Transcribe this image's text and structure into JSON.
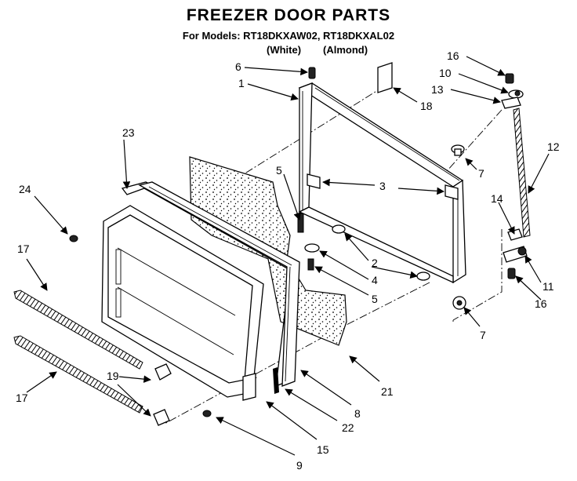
{
  "title": "FREEZER DOOR PARTS",
  "models_line": "For Models: RT18DKXAW02, RT18DKXAL02",
  "color_white": "(White)",
  "color_almond": "(Almond)",
  "callouts": [
    {
      "id": "c6",
      "text": "6"
    },
    {
      "id": "c1",
      "text": "1"
    },
    {
      "id": "c18",
      "text": "18"
    },
    {
      "id": "c16a",
      "text": "16"
    },
    {
      "id": "c10",
      "text": "10"
    },
    {
      "id": "c13",
      "text": "13"
    },
    {
      "id": "c12",
      "text": "12"
    },
    {
      "id": "c7a",
      "text": "7"
    },
    {
      "id": "c23",
      "text": "23"
    },
    {
      "id": "c5a",
      "text": "5"
    },
    {
      "id": "c3",
      "text": "3"
    },
    {
      "id": "c24",
      "text": "24"
    },
    {
      "id": "c14",
      "text": "14"
    },
    {
      "id": "c2",
      "text": "2"
    },
    {
      "id": "c17a",
      "text": "17"
    },
    {
      "id": "c4",
      "text": "4"
    },
    {
      "id": "c11",
      "text": "11"
    },
    {
      "id": "c5b",
      "text": "5"
    },
    {
      "id": "c16b",
      "text": "16"
    },
    {
      "id": "c7b",
      "text": "7"
    },
    {
      "id": "c19",
      "text": "19"
    },
    {
      "id": "c21",
      "text": "21"
    },
    {
      "id": "c17b",
      "text": "17"
    },
    {
      "id": "c8",
      "text": "8"
    },
    {
      "id": "c22",
      "text": "22"
    },
    {
      "id": "c15",
      "text": "15"
    },
    {
      "id": "c9",
      "text": "9"
    }
  ]
}
